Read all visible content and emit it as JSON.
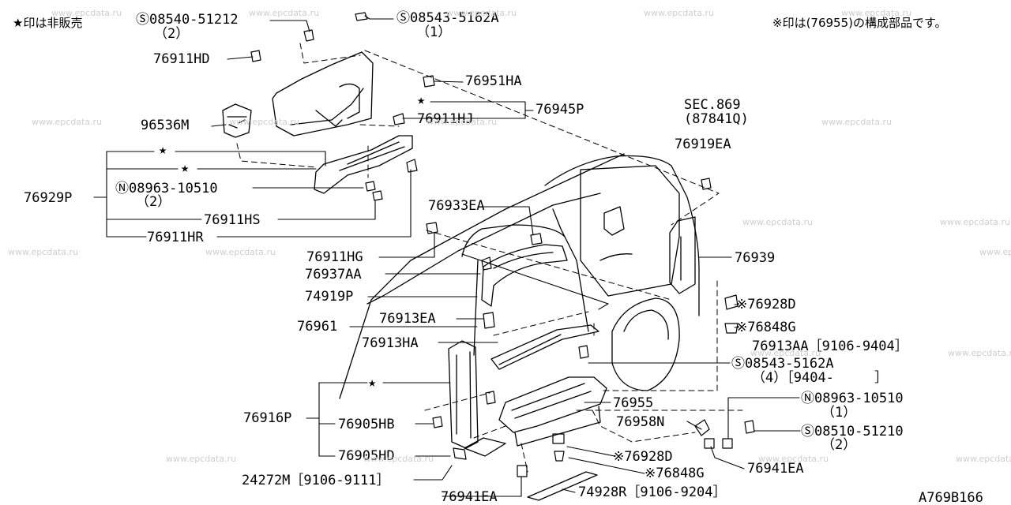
{
  "notes": {
    "legend_left": "★印は非販売",
    "legend_right": "※印は(76955)の構成部品です。",
    "figure_code": "A769B166"
  },
  "watermark": "www.epcdata.ru",
  "labels": [
    {
      "id": "lbl-08540-51212",
      "text": "Ⓢ08540-51212"
    },
    {
      "id": "lbl-08540-qty",
      "text": "（2）"
    },
    {
      "id": "lbl-08543-5162a-top",
      "text": "Ⓢ08543-5162A"
    },
    {
      "id": "lbl-08543-top-qty",
      "text": "（1）"
    },
    {
      "id": "lbl-76911hd",
      "text": "76911HD"
    },
    {
      "id": "lbl-76951ha",
      "text": "76951HA"
    },
    {
      "id": "lbl-star-76945p",
      "text": "★"
    },
    {
      "id": "lbl-76945p",
      "text": "76945P"
    },
    {
      "id": "lbl-76911hj",
      "text": "76911HJ"
    },
    {
      "id": "lbl-96536m",
      "text": "96536M"
    },
    {
      "id": "lbl-sec869",
      "text": "SEC.869"
    },
    {
      "id": "lbl-87841q",
      "text": "(87841Q)"
    },
    {
      "id": "lbl-76919ea",
      "text": "76919EA"
    },
    {
      "id": "lbl-star-1",
      "text": "★"
    },
    {
      "id": "lbl-star-2",
      "text": "★"
    },
    {
      "id": "lbl-76929p",
      "text": "76929P"
    },
    {
      "id": "lbl-08963-10510-a",
      "text": "Ⓝ08963-10510"
    },
    {
      "id": "lbl-08963-a-qty",
      "text": "（2）"
    },
    {
      "id": "lbl-76933ea",
      "text": "76933EA"
    },
    {
      "id": "lbl-76911hs",
      "text": "76911HS"
    },
    {
      "id": "lbl-76911hr",
      "text": "76911HR"
    },
    {
      "id": "lbl-76911hg",
      "text": "76911HG"
    },
    {
      "id": "lbl-76939",
      "text": "76939"
    },
    {
      "id": "lbl-76937aa",
      "text": "76937AA"
    },
    {
      "id": "lbl-74919p",
      "text": "74919P"
    },
    {
      "id": "lbl-76928d-right",
      "text": "※76928D"
    },
    {
      "id": "lbl-76913ea",
      "text": "76913EA"
    },
    {
      "id": "lbl-76848g-right",
      "text": "※76848G"
    },
    {
      "id": "lbl-76961",
      "text": "76961"
    },
    {
      "id": "lbl-76913ha",
      "text": "76913HA"
    },
    {
      "id": "lbl-76913aa",
      "text": "76913AA［9106-9404］"
    },
    {
      "id": "lbl-08543-5162a-mid",
      "text": "Ⓢ08543-5162A"
    },
    {
      "id": "lbl-08543-mid-qty",
      "text": "（4）［9404-     ］"
    },
    {
      "id": "lbl-star-76916p",
      "text": "★"
    },
    {
      "id": "lbl-76955",
      "text": "76955"
    },
    {
      "id": "lbl-08963-10510-b",
      "text": "Ⓝ08963-10510"
    },
    {
      "id": "lbl-08963-b-qty",
      "text": "（1）"
    },
    {
      "id": "lbl-76916p",
      "text": "76916P"
    },
    {
      "id": "lbl-76958n",
      "text": "76958N"
    },
    {
      "id": "lbl-76905hb",
      "text": "76905HB"
    },
    {
      "id": "lbl-08510-51210",
      "text": "Ⓢ08510-51210"
    },
    {
      "id": "lbl-08510-qty",
      "text": "（2）"
    },
    {
      "id": "lbl-76905hd",
      "text": "76905HD"
    },
    {
      "id": "lbl-76928d-bottom",
      "text": "※76928D"
    },
    {
      "id": "lbl-76941ea-right",
      "text": "76941EA"
    },
    {
      "id": "lbl-24272m",
      "text": "24272M［9106-9111］"
    },
    {
      "id": "lbl-76848g-bottom",
      "text": "※76848G"
    },
    {
      "id": "lbl-76941ea-bottom",
      "text": "76941EA"
    },
    {
      "id": "lbl-74928r",
      "text": "74928R［9106-9204］"
    }
  ]
}
